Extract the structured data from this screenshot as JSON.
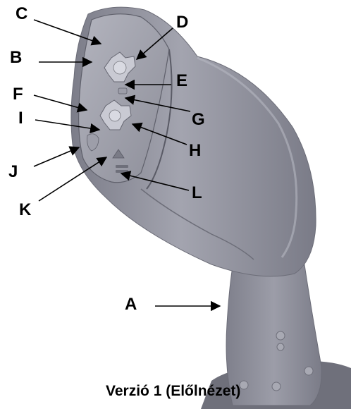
{
  "figure": {
    "callouts": {
      "A": "A",
      "B": "B",
      "C": "C",
      "D": "D",
      "E": "E",
      "F": "F",
      "G": "G",
      "H": "H",
      "I": "I",
      "J": "J",
      "K": "K",
      "L": "L"
    },
    "caption": "Verzió 1 (Előlnézet)"
  },
  "colors": {
    "body": "#8e8f9b",
    "body_light": "#a9aab5",
    "body_dark": "#6f707b",
    "line": "#000000"
  }
}
